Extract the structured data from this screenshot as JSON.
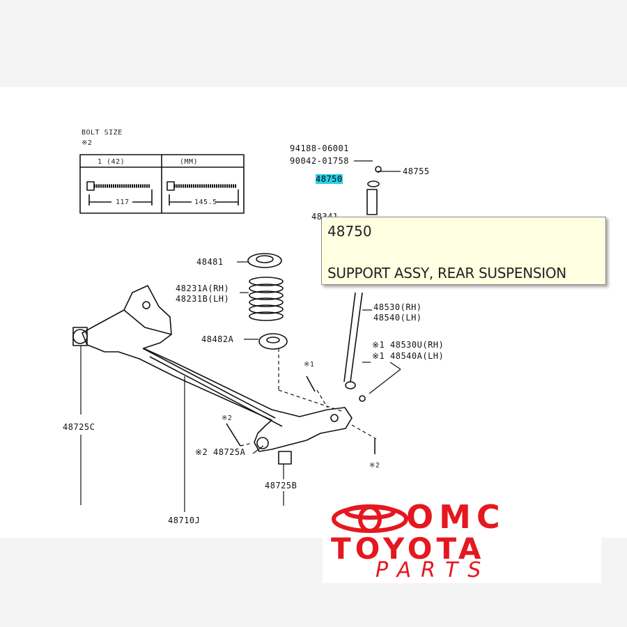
{
  "callouts": [
    {
      "id": "p1",
      "text": "94188-06001"
    },
    {
      "id": "p2",
      "text": "90042-01758"
    },
    {
      "id": "p3",
      "text": "48750"
    },
    {
      "id": "p4",
      "text": "48755"
    },
    {
      "id": "p5",
      "text": "48341"
    },
    {
      "id": "p6",
      "text": "48481"
    },
    {
      "id": "p7",
      "text": "48231A(RH)"
    },
    {
      "id": "p8",
      "text": "48231B(LH)"
    },
    {
      "id": "p9",
      "text": "48482A"
    },
    {
      "id": "p10",
      "text": "48530(RH)"
    },
    {
      "id": "p11",
      "text": "48540(LH)"
    },
    {
      "id": "p12",
      "text": "※1 48530U(RH)"
    },
    {
      "id": "p13",
      "text": "※1 48540A(LH)"
    },
    {
      "id": "p14",
      "text": "48725C"
    },
    {
      "id": "p15",
      "text": "※2 48725A"
    },
    {
      "id": "p16",
      "text": "48725B"
    },
    {
      "id": "p17",
      "text": "48710J"
    },
    {
      "id": "p18",
      "text": "※1"
    },
    {
      "id": "p19",
      "text": "※2"
    },
    {
      "id": "p20",
      "text": "※2"
    }
  ],
  "legend": {
    "heading": "BOLT SIZE",
    "sub": "※2",
    "col1_head": "1  (42)",
    "col2_head": "(MM)",
    "dim1": "117",
    "dim2": "145.5"
  },
  "tooltip": {
    "part_number": "48750",
    "description": "SUPPORT ASSY, REAR SUSPENSION"
  },
  "logo": {
    "line1": "OMC",
    "line2": "TOYOTA",
    "line3": "PARTS",
    "color": "#e5171f"
  }
}
